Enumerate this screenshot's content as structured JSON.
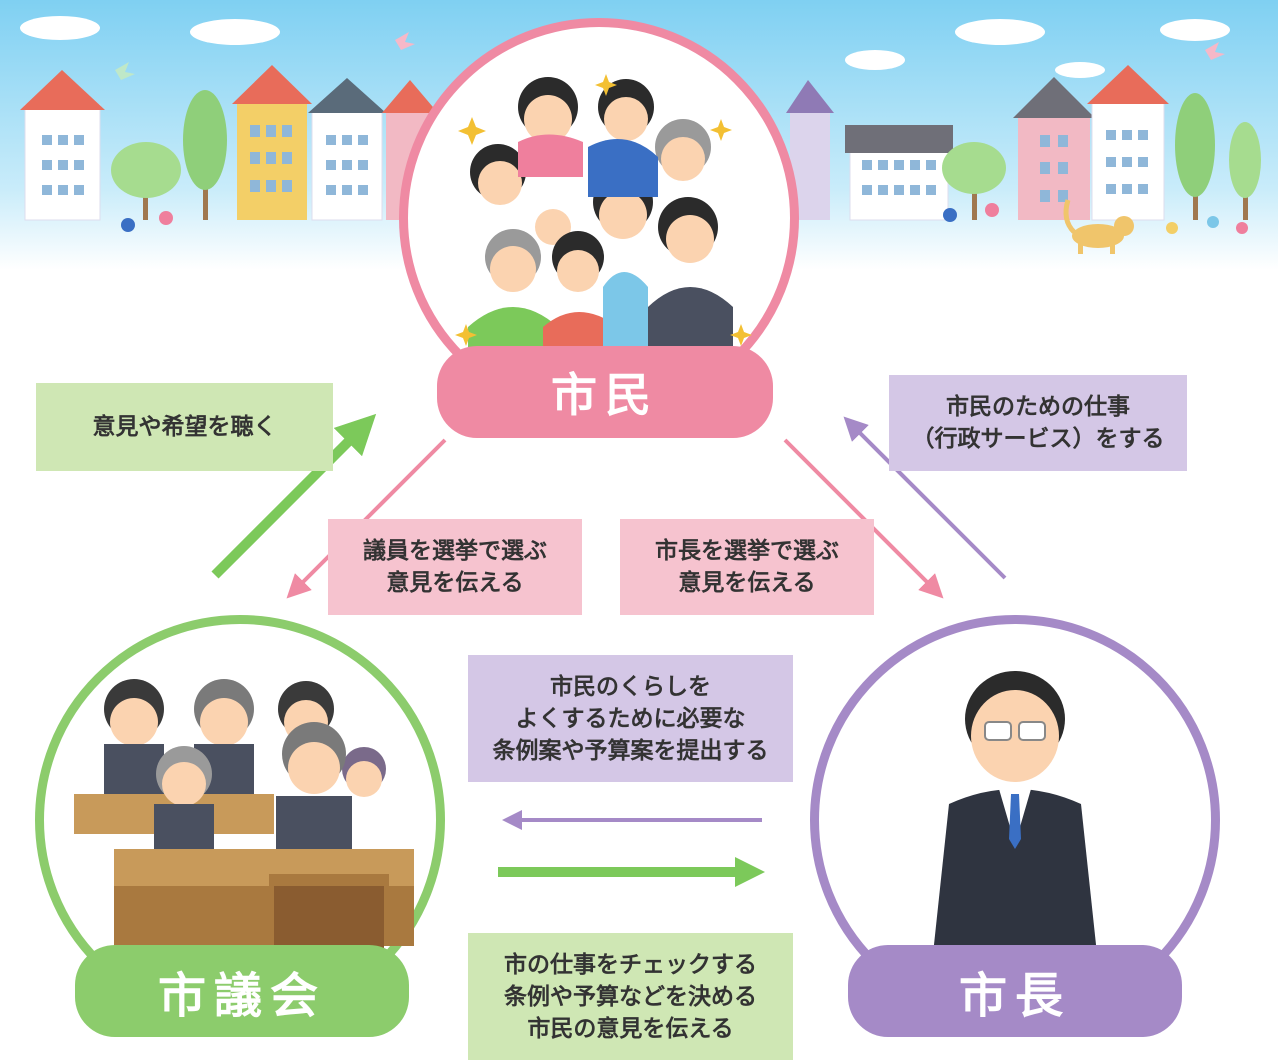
{
  "nodes": {
    "citizens": "市民",
    "council": "市議会",
    "mayor": "市長"
  },
  "labels": {
    "listen": "意見や希望を聴く",
    "service": [
      "市民のための仕事",
      "（行政サービス）をする"
    ],
    "elect_council": [
      "議員を選挙で選ぶ",
      "意見を伝える"
    ],
    "elect_mayor": [
      "市長を選挙で選ぶ",
      "意見を伝える"
    ],
    "submit": [
      "市民のくらしを",
      "よくするために必要な",
      "条例案や予算案を提出する"
    ],
    "check": [
      "市の仕事をチェックする",
      "条例や予算などを決める",
      "市民の意見を伝える"
    ]
  },
  "illustrations": {
    "background": "town-skyline-illustration",
    "citizens": "cheering-crowd-illustration",
    "council": "council-members-at-desks-illustration",
    "mayor": "mayor-in-suit-illustration"
  },
  "colors": {
    "citizens": "#ef8aa3",
    "council": "#8ccc6c",
    "mayor": "#a58ac7",
    "sky_top": "#7fd0f2"
  }
}
